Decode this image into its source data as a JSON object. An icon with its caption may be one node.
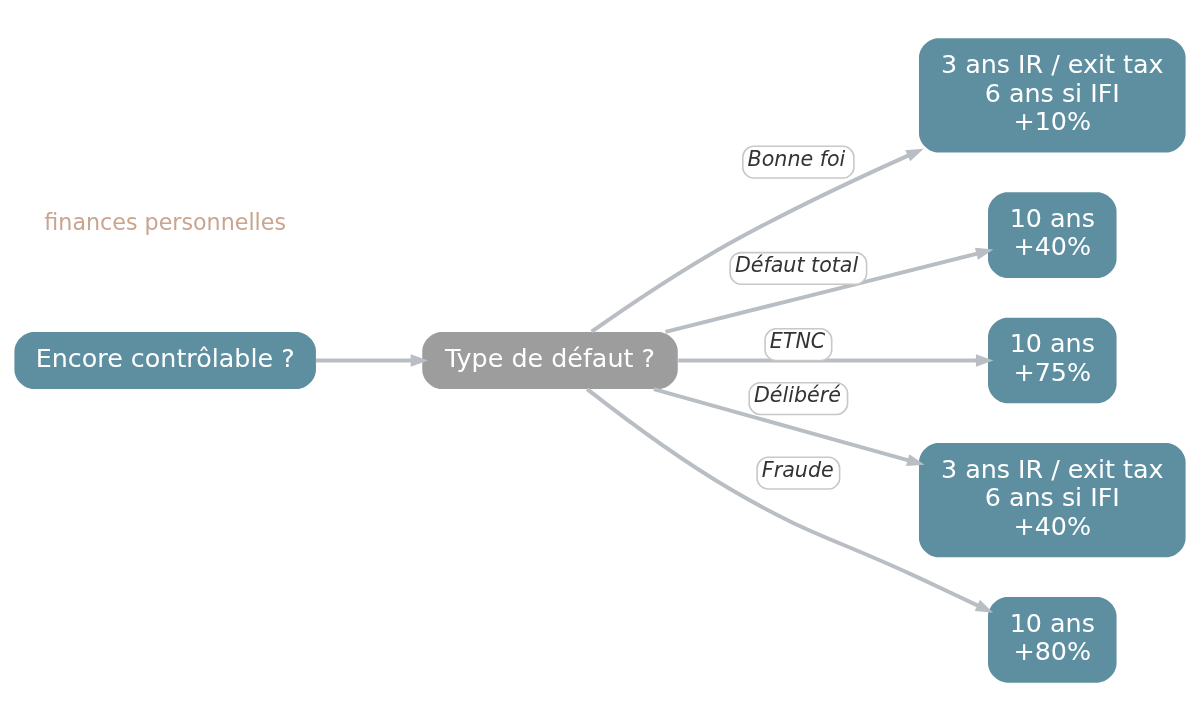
{
  "diagram": {
    "nodes": [
      {
        "text": [
          "Encore contrôlable ?"
        ]
      },
      {
        "text": [
          "Type de défaut ?"
        ]
      },
      {
        "text": [
          "3 ans IR / exit tax",
          "6 ans si IFI",
          "+10%"
        ]
      },
      {
        "text": [
          "10 ans",
          "+40%"
        ]
      },
      {
        "text": [
          "10 ans",
          "+75%"
        ]
      },
      {
        "text": [
          "3 ans IR / exit tax",
          "6 ans si IFI",
          "+40%"
        ]
      },
      {
        "text": [
          "10 ans",
          "+80%"
        ]
      }
    ],
    "edges": [
      {
        "from": 0,
        "to": 1,
        "arrow": "to"
      },
      {
        "from": 1,
        "to": 2,
        "arrow": "to",
        "label": "Bonne foi"
      },
      {
        "from": 1,
        "to": 3,
        "arrow": "to",
        "label": "Défaut total"
      },
      {
        "from": 1,
        "to": 4,
        "arrow": "to",
        "label": "ETNC"
      },
      {
        "from": 1,
        "to": 5,
        "arrow": "to",
        "label": "Délibéré"
      },
      {
        "from": 1,
        "to": 6,
        "arrow": "to",
        "label": "Fraude"
      }
    ],
    "labels": [
      "finances personnelles"
    ]
  }
}
